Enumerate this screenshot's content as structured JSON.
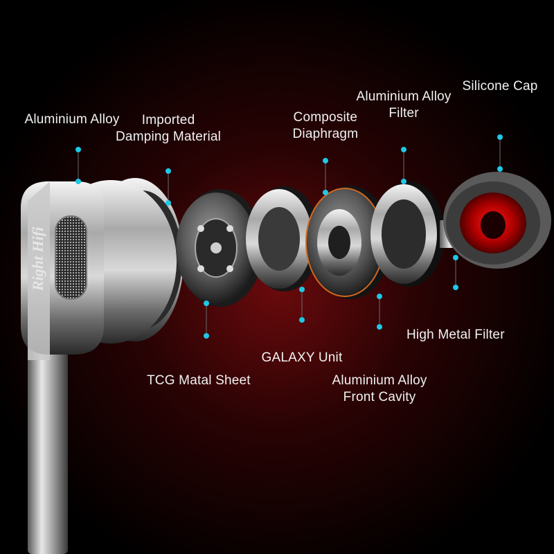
{
  "diagram": {
    "product_branding": "Right Hifi",
    "accent_color": "#1ec8e6",
    "parts": [
      {
        "id": "aluminium-alloy",
        "lines": [
          "Aluminium Alloy"
        ]
      },
      {
        "id": "imported-damping-material",
        "lines": [
          "Imported",
          "Damping Material"
        ]
      },
      {
        "id": "composite-diaphragm",
        "lines": [
          "Composite",
          "Diaphragm"
        ]
      },
      {
        "id": "aluminium-alloy-filter",
        "lines": [
          "Aluminium Alloy",
          "Filter"
        ]
      },
      {
        "id": "silicone-cap",
        "lines": [
          "Silicone Cap"
        ]
      },
      {
        "id": "high-metal-filter",
        "lines": [
          "High Metal Filter"
        ]
      },
      {
        "id": "galaxy-unit",
        "lines": [
          "GALAXY Unit"
        ]
      },
      {
        "id": "tcg-matal-sheet",
        "lines": [
          "TCG Matal Sheet"
        ]
      },
      {
        "id": "aluminium-alloy-front-cavity",
        "lines": [
          "Aluminium Alloy",
          "Front Cavity"
        ]
      }
    ]
  }
}
